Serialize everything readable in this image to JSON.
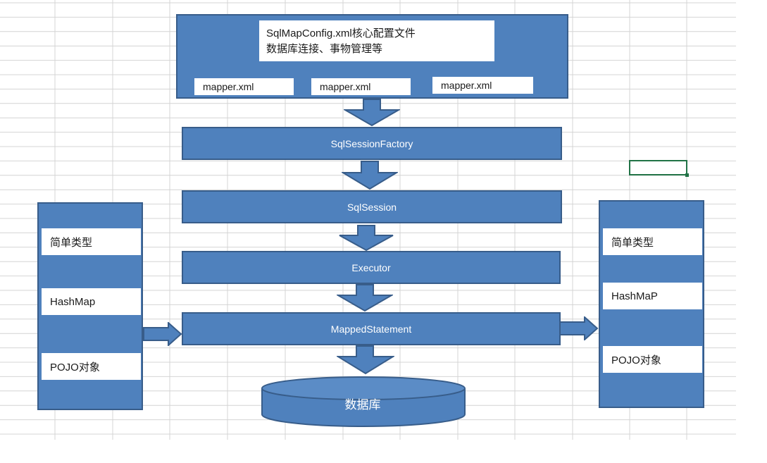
{
  "config": {
    "line1": "SqlMapConfig.xml核心配置文件",
    "line2": "数据库连接、事物管理等",
    "mappers": [
      "mapper.xml",
      "mapper.xml",
      "mapper.xml"
    ]
  },
  "pipeline": {
    "factory": "SqlSessionFactory",
    "session": "SqlSession",
    "executor": "Executor",
    "mapped_statement": "MappedStatement",
    "database": "数据库"
  },
  "input_types": [
    "简单类型",
    "HashMap",
    "POJO对象"
  ],
  "output_types": [
    "简单类型",
    "HashMaP",
    "POJO对象"
  ],
  "colors": {
    "box_fill": "#4f81bd",
    "box_border": "#385d8a",
    "gridline": "#d4d4d4",
    "selection": "#217346"
  }
}
